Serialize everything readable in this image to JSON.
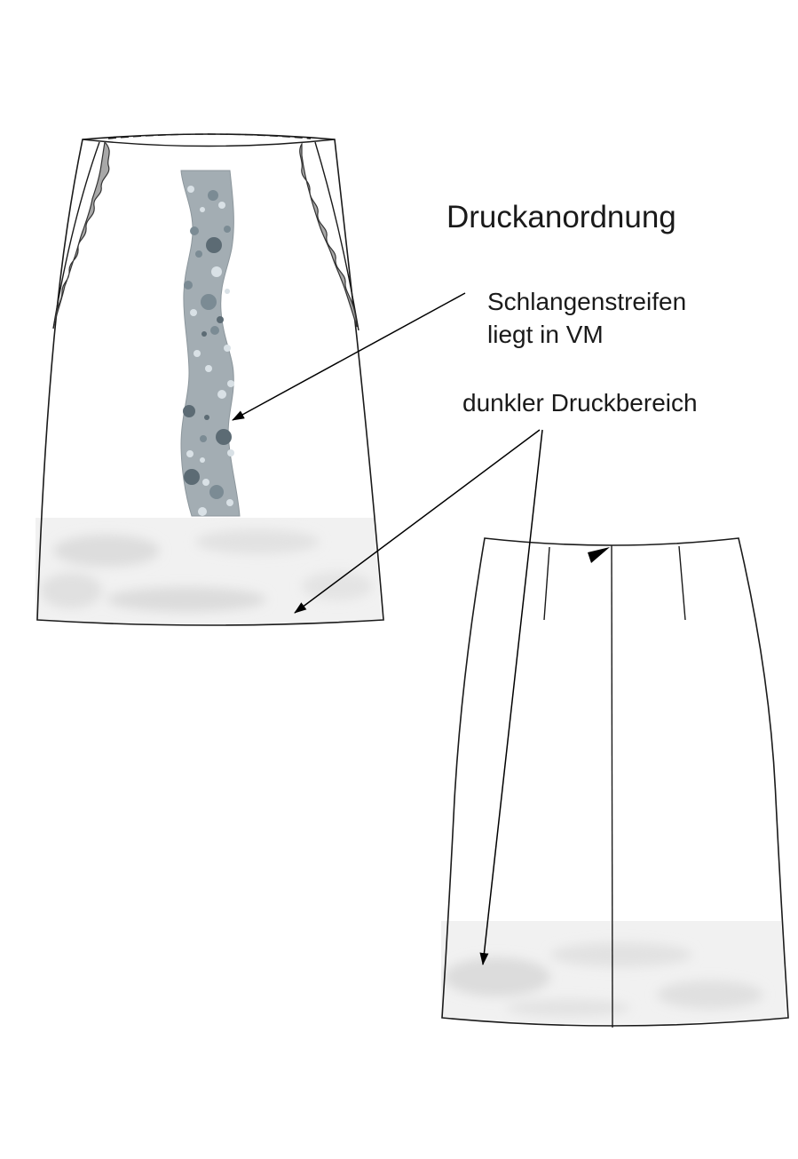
{
  "diagram": {
    "title": "Druckanordnung",
    "callouts": {
      "snake_stripe": {
        "line1": "Schlangenstreifen",
        "line2": "liegt in VM"
      },
      "dark_print_area": "dunkler Druckbereich"
    }
  },
  "colors": {
    "outline": "#1a1a1a",
    "stripe_fill": "#a3adb3",
    "stripe_outline": "#8c969c",
    "dots_dark": "#5c6b74",
    "dots_mid": "#7b8b94",
    "dots_light": "#d9e1e6",
    "hem_print": "#efefef",
    "side_ruffle": "#a8a8a8"
  }
}
